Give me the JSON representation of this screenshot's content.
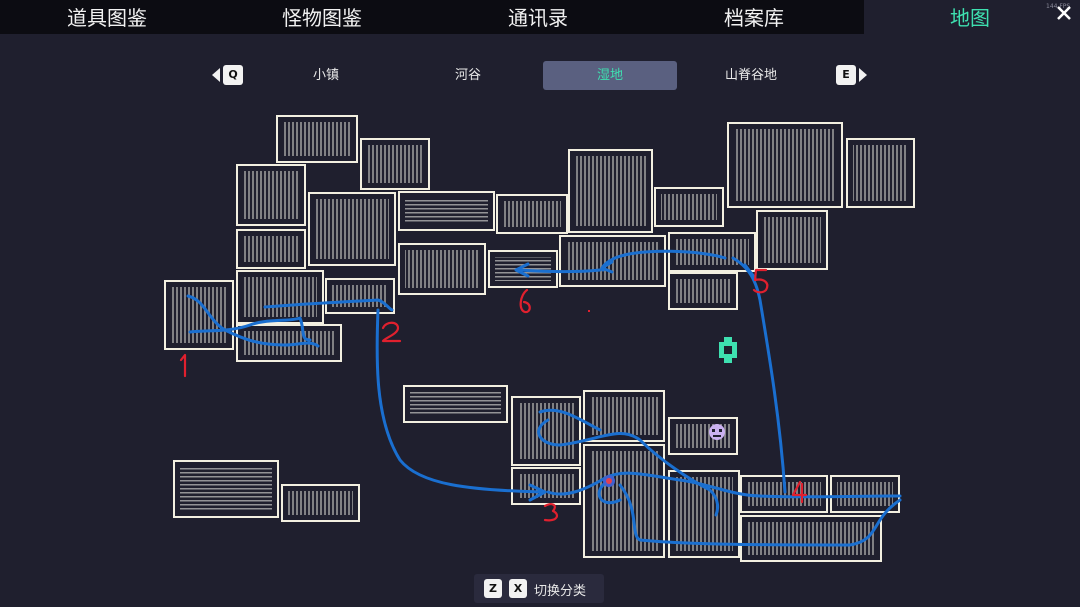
{
  "top_tabs": [
    {
      "id": "items",
      "label": "道具图鉴"
    },
    {
      "id": "monsters",
      "label": "怪物图鉴"
    },
    {
      "id": "contacts",
      "label": "通讯录"
    },
    {
      "id": "archives",
      "label": "档案库"
    },
    {
      "id": "map",
      "label": "地图",
      "active": true
    }
  ],
  "fps": "144 FPS",
  "sub_tabs": [
    {
      "id": "town",
      "label": "小镇"
    },
    {
      "id": "valley",
      "label": "河谷"
    },
    {
      "id": "wetland",
      "label": "湿地",
      "active": true
    },
    {
      "id": "ridge",
      "label": "山脊谷地"
    }
  ],
  "keys": {
    "prev": "Q",
    "next": "E",
    "hint1": "Z",
    "hint2": "X"
  },
  "hint_label": "切换分类",
  "route_markers": [
    "1",
    "2",
    "3",
    "4",
    "5",
    "6"
  ],
  "colors": {
    "background": "#1f1f2e",
    "accent": "#3ee0b0",
    "route": "#1a6fd0",
    "marker": "#e0202e",
    "room_border": "#f2efe0"
  },
  "icons": [
    "close-icon",
    "player-location-icon",
    "npc-marker-icon",
    "save-point-icon"
  ]
}
